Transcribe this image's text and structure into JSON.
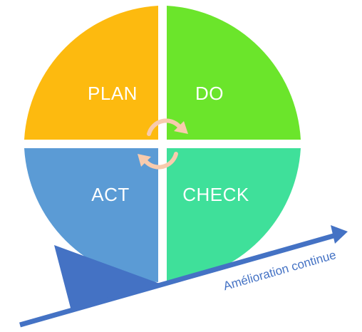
{
  "quadrants": {
    "plan": {
      "label": "PLAN",
      "color": "#FDBA0F"
    },
    "do": {
      "label": "DO",
      "color": "#6BE52B"
    },
    "act": {
      "label": "ACT",
      "color": "#5B9BD5"
    },
    "check": {
      "label": "CHECK",
      "color": "#3FE09A"
    }
  },
  "improvement": {
    "label": "Amélioration continue",
    "color": "#4472C4"
  },
  "cycle_icon": "circular-arrows-icon",
  "cycle_icon_color": "#F8CBAD"
}
